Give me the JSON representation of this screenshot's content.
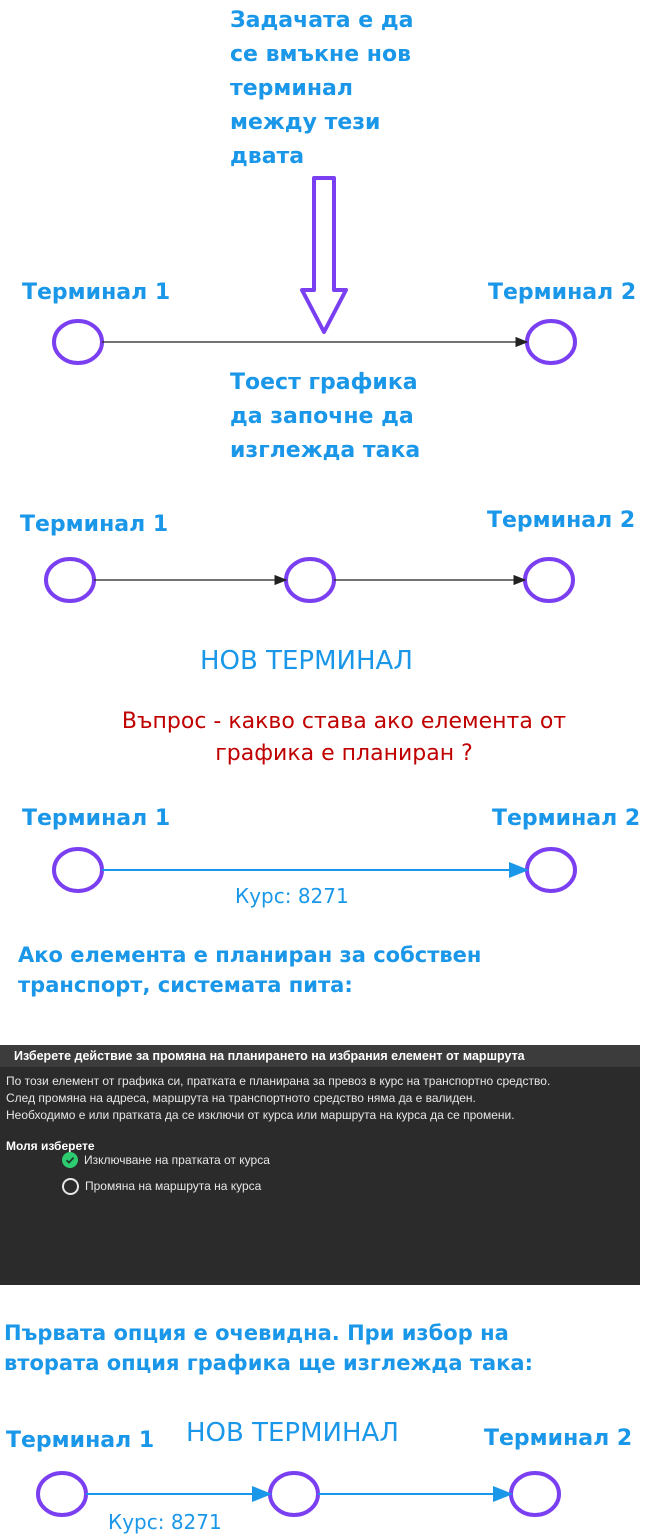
{
  "notes": {
    "top_lines": [
      "Задачата е да",
      "се вмъкне нов",
      "терминал",
      "между тези",
      "двата"
    ],
    "graph_lines": [
      "Тоест графика",
      "да започне да",
      "изглежда така"
    ],
    "question_lines": [
      "Въпрос - какво става ако елемента от",
      "графика е планиран ?"
    ],
    "own_transport_lines": [
      "Ако елемента е планиран за собствен",
      "транспорт, системата пита:"
    ],
    "first_option_lines": [
      "Първата опция е очевидна. При избор на",
      "втората опция графика ще изглежда така:"
    ]
  },
  "terminal1": "Терминал 1",
  "terminal2": "Терминал 2",
  "new_terminal": "НОВ ТЕРМИНАЛ",
  "course_label": "Курс: 8271",
  "dialog": {
    "title": "Изберете действие за промяна на планирането на избрания елемент от маршрута",
    "body_lines": [
      "По този елемент от графика си, пратката е планирана за превоз в курс на транспортно средство.",
      "След промяна на адреса, маршрута на транспортното средство няма да е валиден.",
      "Необходимо е или пратката да се изключи от курса или маршрута на курса да се промени."
    ],
    "prompt": "Моля изберете",
    "options": [
      {
        "label": "Изключване на пратката от курса",
        "selected": true
      },
      {
        "label": "Промяна на маршрута на курса",
        "selected": false
      }
    ]
  },
  "colors": {
    "label_blue": "#1a97e8",
    "node_purple": "#7b3ff2",
    "arrow_purple": "#7b3ff2",
    "question_red": "#c00000",
    "dialog_bg": "#2b2b2b",
    "check_green": "#2ecc71"
  }
}
